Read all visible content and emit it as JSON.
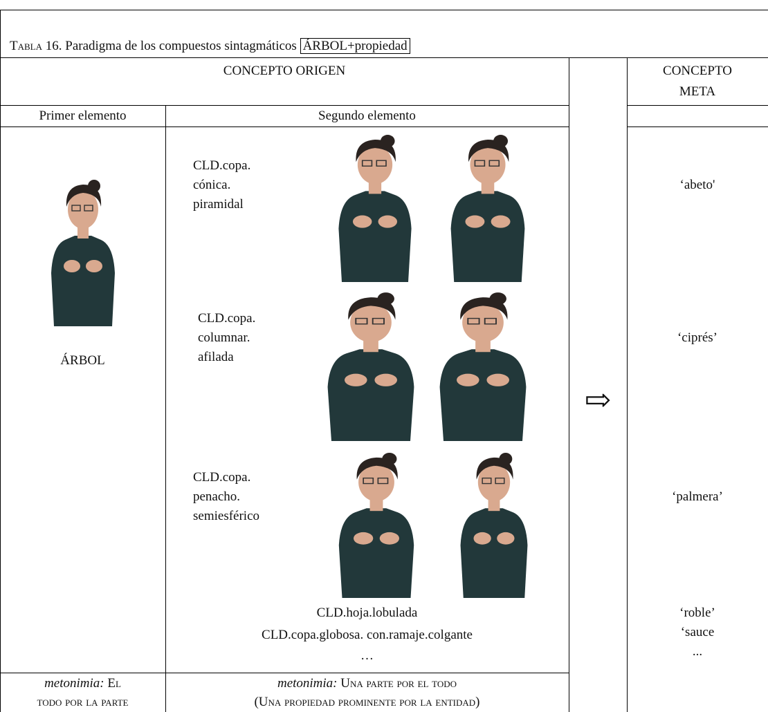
{
  "caption": {
    "prefix_small_caps": "Tabla",
    "number_and_title": " 16. Paradigma de los compuestos sintagmáticos ",
    "boxed_term": "ÁRBOL+propiedad"
  },
  "headers": {
    "source_concept": "CONCEPTO ORIGEN",
    "target_concept_line1": "CONCEPTO",
    "target_concept_line2": "META",
    "first_element": "Primer elemento",
    "second_element": "Segundo elemento"
  },
  "first_element": {
    "gloss": "ÁRBOL"
  },
  "second_element_rows": [
    {
      "gloss_lines": [
        "CLD.copa.",
        "cónica.",
        "piramidal"
      ],
      "meaning": "‘abeto'"
    },
    {
      "gloss_lines": [
        "CLD.copa.",
        "columnar.",
        "afilada"
      ],
      "meaning": "‘ciprés’"
    },
    {
      "gloss_lines": [
        "CLD.copa.",
        "penacho.",
        "semiesférico"
      ],
      "meaning": "‘palmera’"
    }
  ],
  "extra_glosses": [
    "CLD.hoja.lobulada",
    "CLD.copa.globosa. con.ramaje.colgante",
    "…"
  ],
  "extra_meanings": [
    "‘roble’",
    "‘sauce",
    "..."
  ],
  "arrow": "⇨",
  "footer": {
    "left_italic": "metonimia:",
    "left_line1_rest": " El",
    "left_line2": "todo por la parte",
    "right_italic": "metonimia:",
    "right_line1_rest": " Una parte por el todo",
    "right_line2": "(Una propiedad prominente por la entidad)"
  },
  "colors": {
    "border": "#000000",
    "shirt": "#22383a",
    "skin": "#d9a98f",
    "hair": "#2a2320"
  }
}
